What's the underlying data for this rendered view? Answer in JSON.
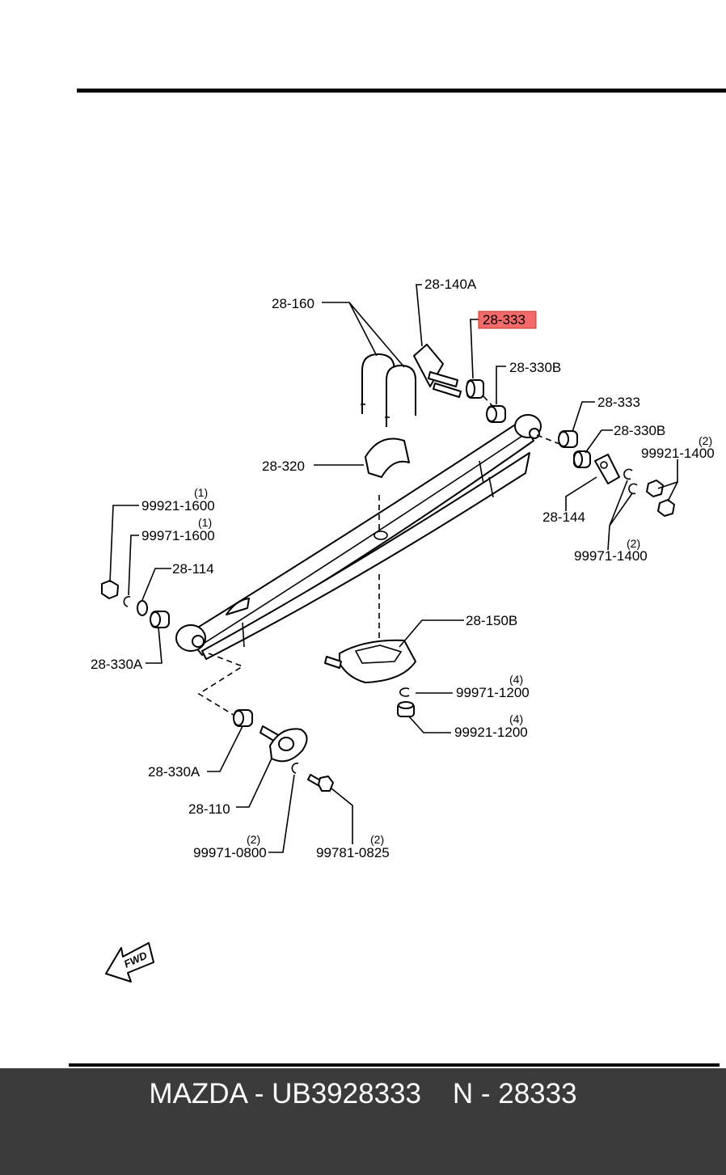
{
  "callouts": {
    "c28_140a": "28-140A",
    "c28_160": "28-160",
    "c28_333_highlight": "28-333",
    "c28_330b_top": "28-330B",
    "c28_333_right": "28-333",
    "c28_330b_right": "28-330B",
    "c99921_1400": "99921-1400",
    "c99921_1400_qty": "(2)",
    "c28_320": "28-320",
    "c28_144": "28-144",
    "c99971_1400": "99971-1400",
    "c99971_1400_qty": "(2)",
    "c99921_1600": "99921-1600",
    "c99921_1600_qty": "(1)",
    "c99971_1600": "99971-1600",
    "c99971_1600_qty": "(1)",
    "c28_114": "28-114",
    "c28_330a_left": "28-330A",
    "c28_150b": "28-150B",
    "c99971_1200": "99971-1200",
    "c99971_1200_qty": "(4)",
    "c99921_1200": "99921-1200",
    "c99921_1200_qty": "(4)",
    "c28_330a_bottom": "28-330A",
    "c28_110": "28-110",
    "c99971_0800": "99971-0800",
    "c99971_0800_qty": "(2)",
    "c99781_0825": "99781-0825",
    "c99781_0825_qty": "(2)"
  },
  "fwd_label": "FWD",
  "footer": {
    "text": "MAZDA - UB3928333    N - 28333"
  },
  "colors": {
    "highlight_fill": "#f46a6a",
    "highlight_border": "#c0392b",
    "footer_bg": "#3b3b3b",
    "footer_text": "#ffffff"
  }
}
